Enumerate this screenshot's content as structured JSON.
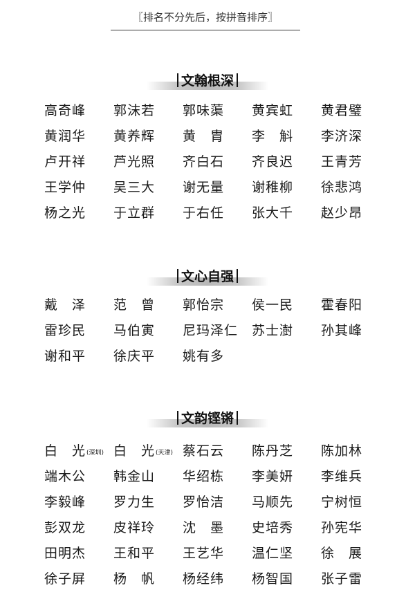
{
  "header_note": "〖排名不分先后，按拼音排序〗",
  "sections": [
    {
      "title": "文翰根深",
      "names": [
        "高奇峰",
        "郭沫若",
        "郭味蕖",
        "黄宾虹",
        "黄君璧",
        "黄润华",
        "黄养辉",
        "黄　胄",
        "李　斛",
        "李济深",
        "卢开祥",
        "芦光照",
        "齐白石",
        "齐良迟",
        "王青芳",
        "王学仲",
        "吴三大",
        "谢无量",
        "谢稚柳",
        "徐悲鸿",
        "杨之光",
        "于立群",
        "于右任",
        "张大千",
        "赵少昂"
      ]
    },
    {
      "title": "文心自强",
      "names": [
        "戴　泽",
        "范　曾",
        "郭怡宗",
        "侯一民",
        "霍春阳",
        "雷珍民",
        "马伯寅",
        "尼玛泽仁",
        "苏士澍",
        "孙其峰",
        "谢和平",
        "徐庆平",
        "姚有多"
      ]
    },
    {
      "title": "文韵铿锵",
      "names": [
        "白　光",
        "白　光",
        "蔡石云",
        "陈丹芝",
        "陈加林",
        "端木公",
        "韩金山",
        "华绍栋",
        "李美妍",
        "李维兵",
        "李毅峰",
        "罗力生",
        "罗怡洁",
        "马顺先",
        "宁树恒",
        "彭双龙",
        "皮祥玲",
        "沈　墨",
        "史培秀",
        "孙宪华",
        "田明杰",
        "王和平",
        "王艺华",
        "温仁坚",
        "徐　展",
        "徐子屏",
        "杨　帆",
        "杨经纬",
        "杨智国",
        "张子雷"
      ],
      "notes": {
        "0": "(深圳)",
        "1": "(天津)"
      }
    }
  ]
}
